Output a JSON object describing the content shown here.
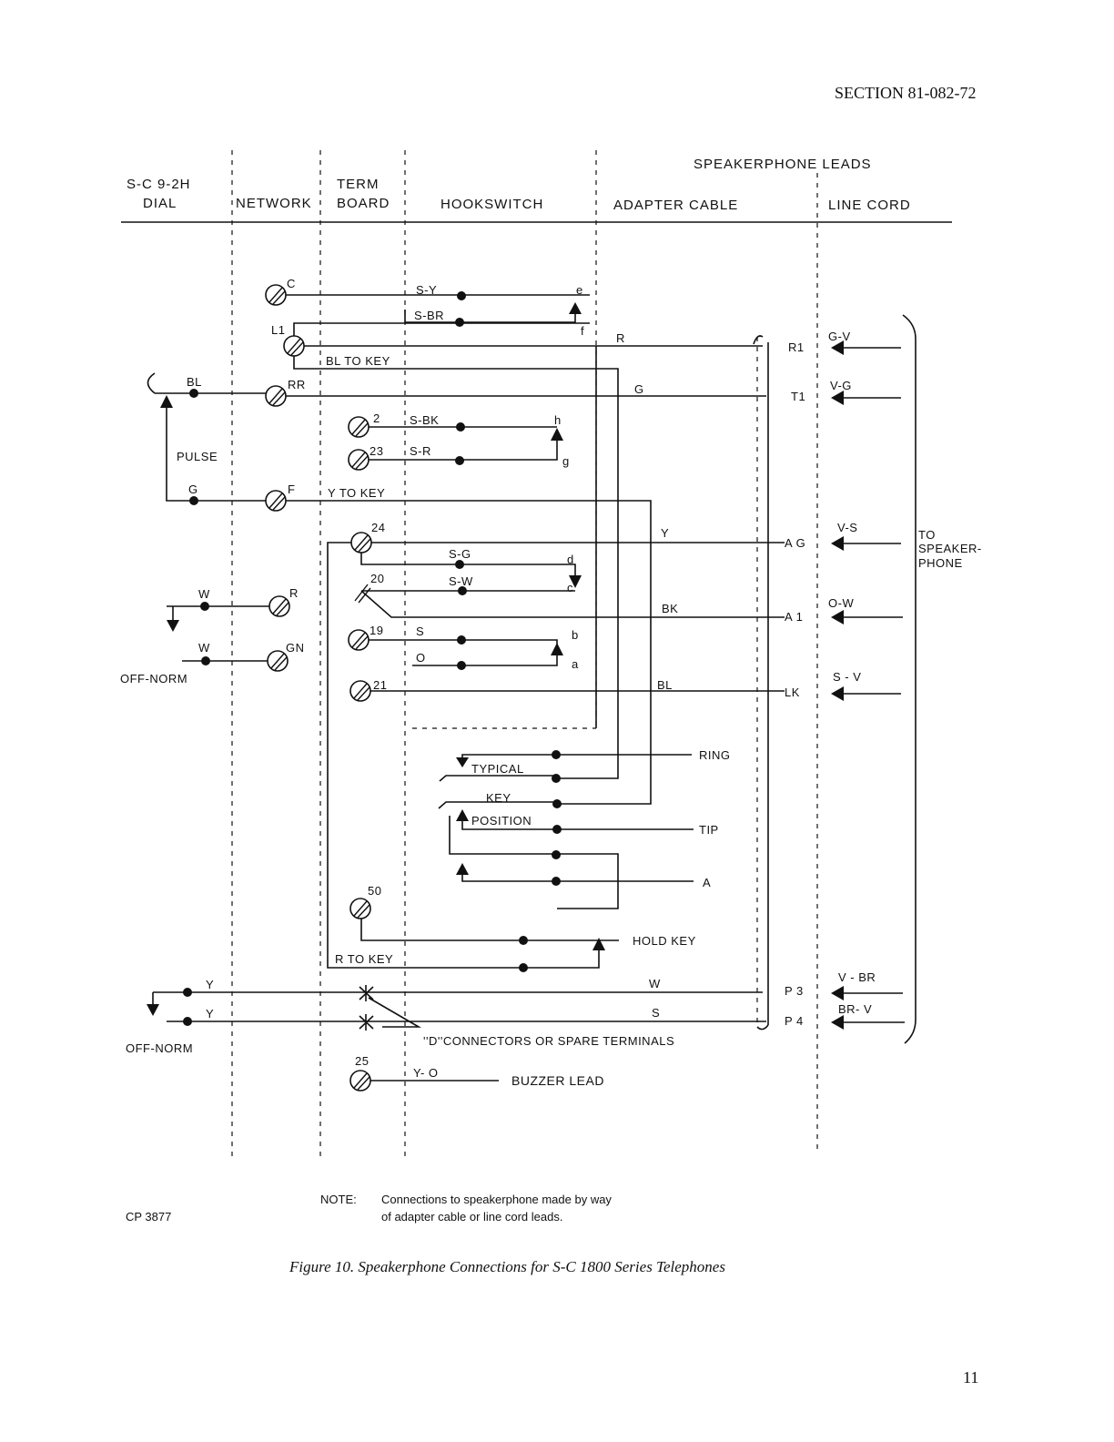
{
  "header": {
    "section": "SECTION 81-082-72"
  },
  "columns": {
    "dial_line1": "S-C 9-2H",
    "dial_line2": "DIAL",
    "network": "NETWORK",
    "term_line1": "TERM",
    "term_line2": "BOARD",
    "hookswitch": "HOOKSWITCH",
    "speakerphone_leads": "SPEAKERPHONE LEADS",
    "adapter_cable": "ADAPTER CABLE",
    "line_cord": "LINE CORD"
  },
  "terminals": {
    "c": "C",
    "l1": "L1",
    "rr": "RR",
    "t2": "2",
    "t23": "23",
    "f": "F",
    "t24": "24",
    "t20": "20",
    "t19": "19",
    "t21": "21",
    "t50": "50",
    "t25": "25",
    "r": "R",
    "gn": "GN"
  },
  "dial": {
    "bl": "BL",
    "pulse": "PULSE",
    "g": "G",
    "w1": "W",
    "w2": "W",
    "off_norm1": "OFF-NORM",
    "y1": "Y",
    "y2": "Y",
    "off_norm2": "OFF-NORM"
  },
  "hookswitch_labels": {
    "sy": "S-Y",
    "sbr": "S-BR",
    "e": "e",
    "f": "f",
    "sbk": "S-BK",
    "h": "h",
    "sr": "S-R",
    "g": "g",
    "sg": "S-G",
    "d": "d",
    "sw": "S-W",
    "c": "c",
    "s": "S",
    "b": "b",
    "o": "O",
    "a": "a",
    "bl_to_key": "BL TO KEY",
    "y_to_key": "Y TO KEY",
    "r_to_key": "R TO KEY"
  },
  "adapter_labels": {
    "r": "R",
    "g": "G",
    "y": "Y",
    "bk": "BK",
    "bl": "BL",
    "w": "W",
    "s": "S"
  },
  "line_cord_pins": {
    "r1": "R1",
    "t1": "T1",
    "ag": "A G",
    "a1": "A 1",
    "lk": "LK",
    "p3": "P 3",
    "p4": "P 4"
  },
  "lead_colors": {
    "gv": "G-V",
    "vg": "V-G",
    "vs": "V-S",
    "ow": "O-W",
    "sv": "S - V",
    "vbr": "V - BR",
    "brv": "BR- V"
  },
  "to_speakerphone": [
    "TO",
    "SPEAKER-",
    "PHONE"
  ],
  "key": {
    "typical": "TYPICAL",
    "key": "KEY",
    "position": "POSITION",
    "ring": "RING",
    "tip": "TIP",
    "a": "A",
    "hold_key": "HOLD  KEY"
  },
  "connectors": "''D''CONNECTORS OR SPARE TERMINALS",
  "buzzer": {
    "yo": "Y- O",
    "lead": "BUZZER LEAD"
  },
  "note": {
    "label": "NOTE:",
    "line1": "Connections to speakerphone made by way",
    "line2": "of adapter cable or line cord leads."
  },
  "cp_number": "CP 3877",
  "caption": "Figure 10.  Speakerphone Connections for S-C 1800 Series Telephones",
  "page_number": "11"
}
